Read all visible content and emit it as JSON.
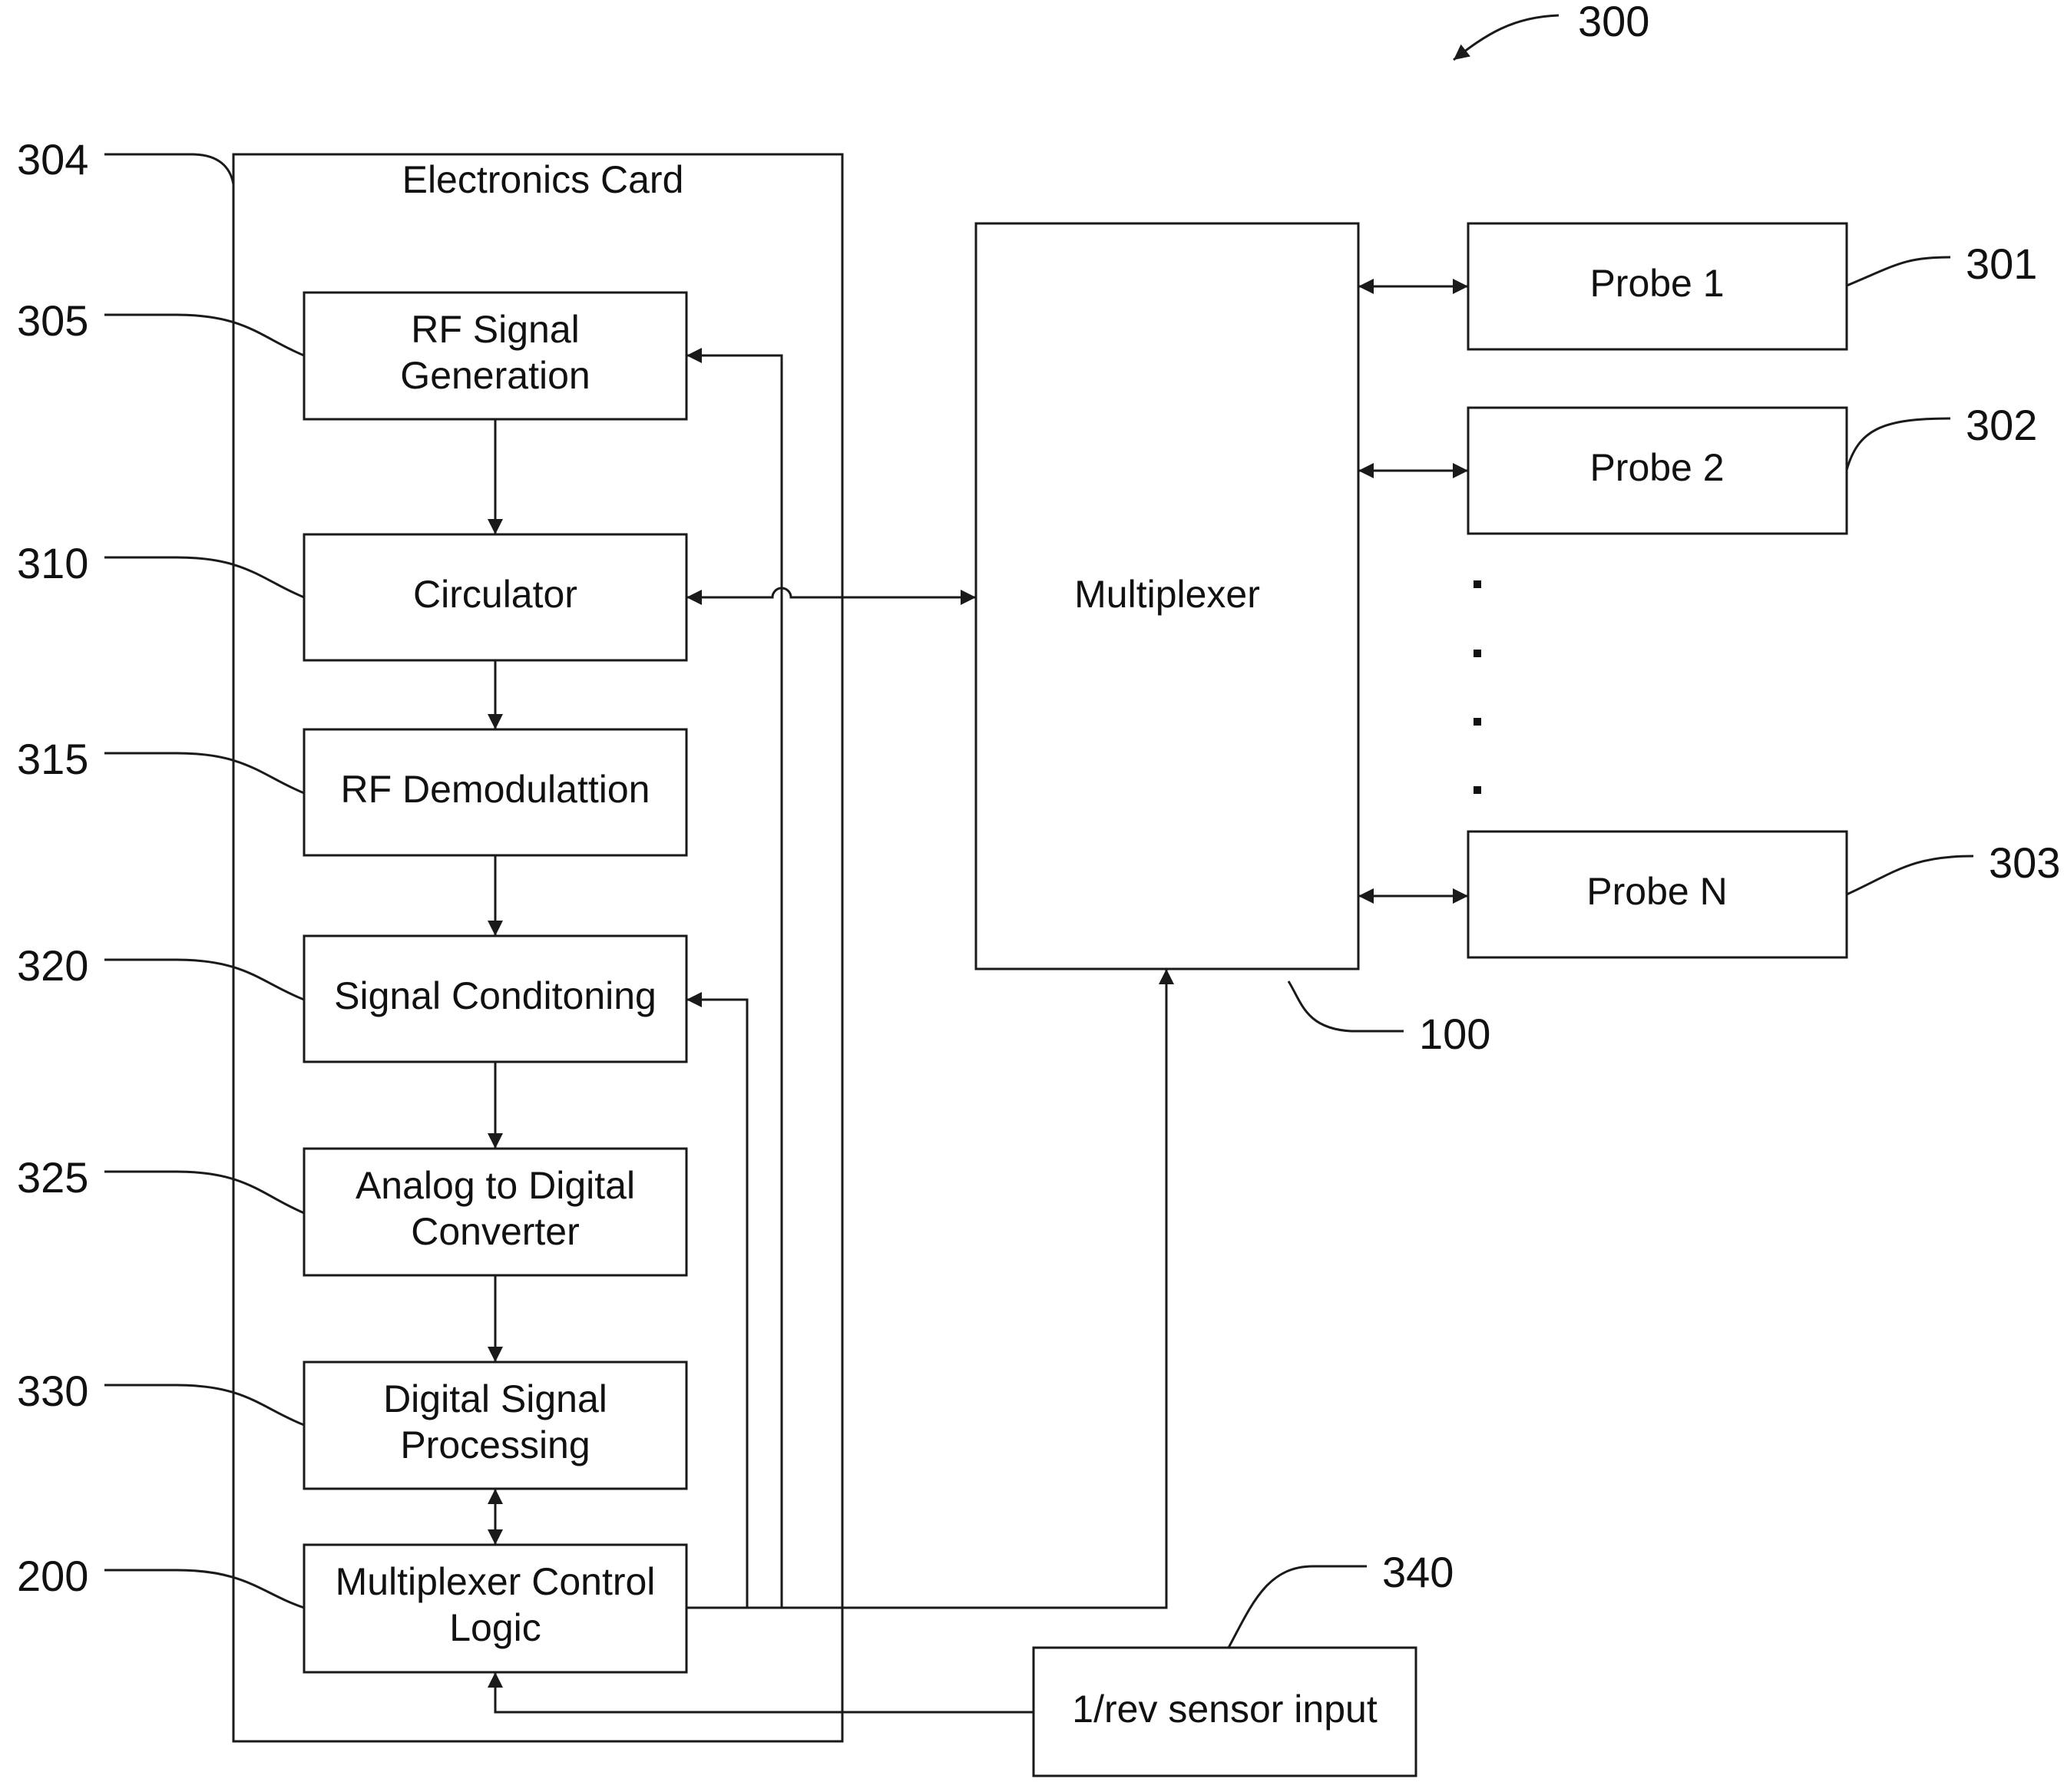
{
  "figure_ref": "300",
  "card": {
    "title": "Electronics Card",
    "ref": "304"
  },
  "blocks": {
    "rf_gen": {
      "line1": "RF Signal",
      "line2": "Generation",
      "ref": "305"
    },
    "circulator": {
      "line1": "Circulator",
      "ref": "310"
    },
    "rf_demod": {
      "line1": "RF Demodulattion",
      "ref": "315"
    },
    "sig_cond": {
      "line1": "Signal Conditoning",
      "ref": "320"
    },
    "adc": {
      "line1": "Analog to Digital",
      "line2": "Converter",
      "ref": "325"
    },
    "dsp": {
      "line1": "Digital Signal",
      "line2": "Processing",
      "ref": "330"
    },
    "mux_ctrl": {
      "line1": "Multiplexer Control",
      "line2": "Logic",
      "ref": "200"
    }
  },
  "multiplexer": {
    "label": "Multiplexer",
    "ref": "100"
  },
  "probes": [
    {
      "label": "Probe 1",
      "ref": "301"
    },
    {
      "label": "Probe 2",
      "ref": "302"
    },
    {
      "label": "Probe N",
      "ref": "303"
    }
  ],
  "sensor": {
    "label": "1/rev sensor input",
    "ref": "340"
  }
}
